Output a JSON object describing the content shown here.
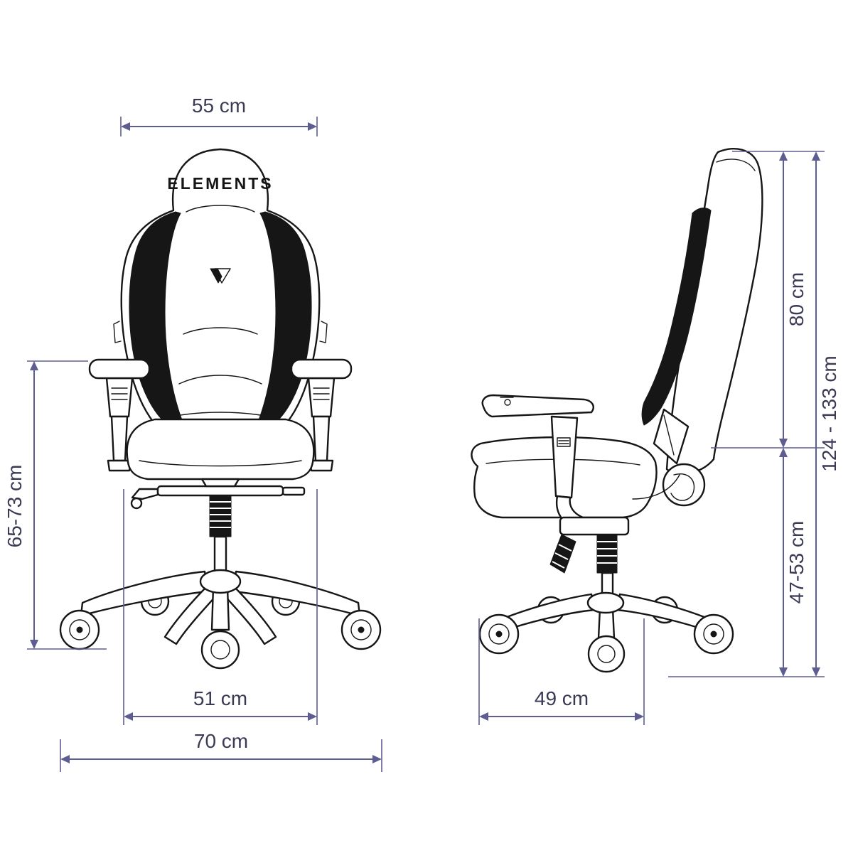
{
  "colors": {
    "background": "#ffffff",
    "artwork_line": "#161616",
    "dimension_line": "#5d5d92",
    "dimension_text": "#3a3a55"
  },
  "brand": {
    "wordmark": "ELEMENTS",
    "logo_icon": "elements-logo"
  },
  "front_view": {
    "dimensions": {
      "backrest_width": "55 cm",
      "armrest_height": "65-73 cm",
      "seat_width": "51 cm",
      "base_width": "70 cm"
    }
  },
  "side_view": {
    "dimensions": {
      "backrest_height": "80 cm",
      "total_height": "124 - 133 cm",
      "seat_height": "47-53 cm",
      "base_depth": "49 cm"
    }
  }
}
